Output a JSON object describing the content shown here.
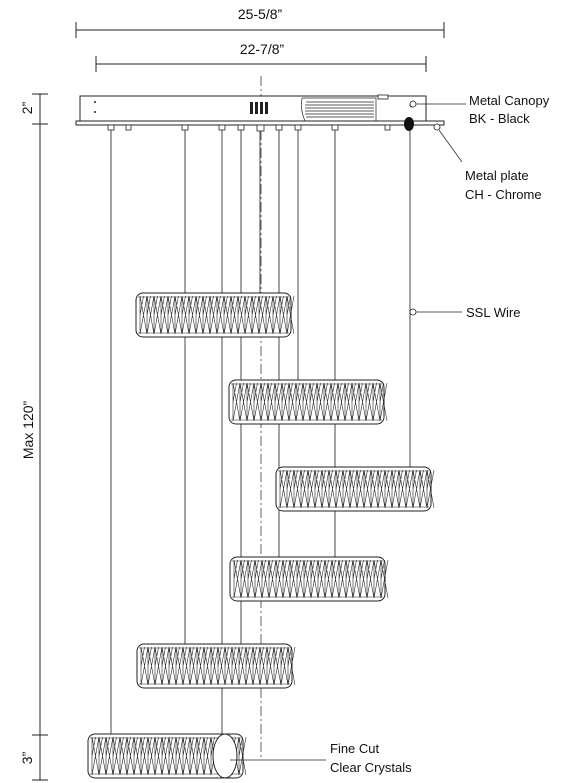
{
  "dimensions": {
    "overall_width": "25-5/8”",
    "canopy_width": "22-7/8”",
    "canopy_height": "2”",
    "max_height": "Max 120”",
    "ring_height": "3”"
  },
  "callouts": {
    "canopy_line1": "Metal Canopy",
    "canopy_line2": "BK - Black",
    "plate_line1": "Metal plate",
    "plate_line2": "CH - Chrome",
    "wire": "SSL Wire",
    "crystals_line1": "Fine Cut",
    "crystals_line2": "Clear Crystals"
  },
  "colors": {
    "ink": "#222222",
    "background": "#ffffff"
  }
}
